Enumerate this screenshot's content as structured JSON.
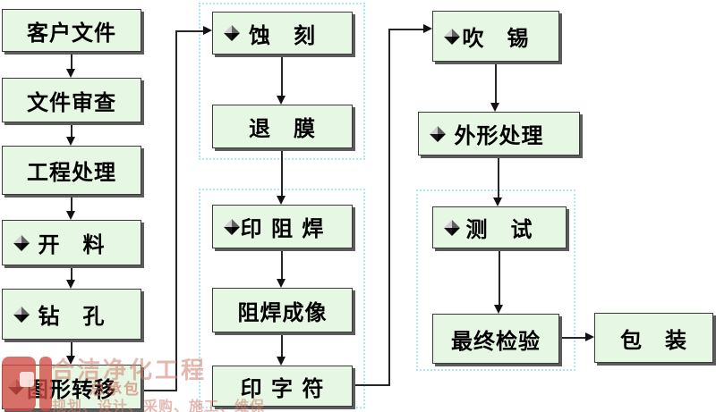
{
  "nodes": {
    "customer_file": {
      "label": "客户文件"
    },
    "file_review": {
      "label": "文件审查"
    },
    "engineering": {
      "label": "工程处理"
    },
    "cutting": {
      "label": "开　料"
    },
    "drilling": {
      "label": "钻　孔"
    },
    "pattern_transfer": {
      "label": "图形转移"
    },
    "etching": {
      "label": "蚀　刻"
    },
    "film_stripping": {
      "label": "退　膜"
    },
    "solder_mask_print": {
      "label": "印 阻 焊"
    },
    "solder_mask_imaging": {
      "label": "阻焊成像"
    },
    "legend_print": {
      "label": "印 字 符"
    },
    "tin_blowing": {
      "label": "吹　锡"
    },
    "profile_processing": {
      "label": "外形处理"
    },
    "testing": {
      "label": "测　试"
    },
    "final_inspection": {
      "label": "最终检验"
    },
    "packaging": {
      "label": "包　装"
    }
  },
  "watermark": {
    "line1": "合洁净化工程",
    "line2": "总承包",
    "line3": "规划、设计、采购、施工、维保"
  },
  "colors": {
    "node_fill": "#e6f8e3",
    "node_border": "#3a3a3a",
    "shadow_color": "#5c5c5c",
    "dashed_border": "#a9e9f2",
    "connector": "#262626",
    "watermark_red": "#d24a44"
  }
}
